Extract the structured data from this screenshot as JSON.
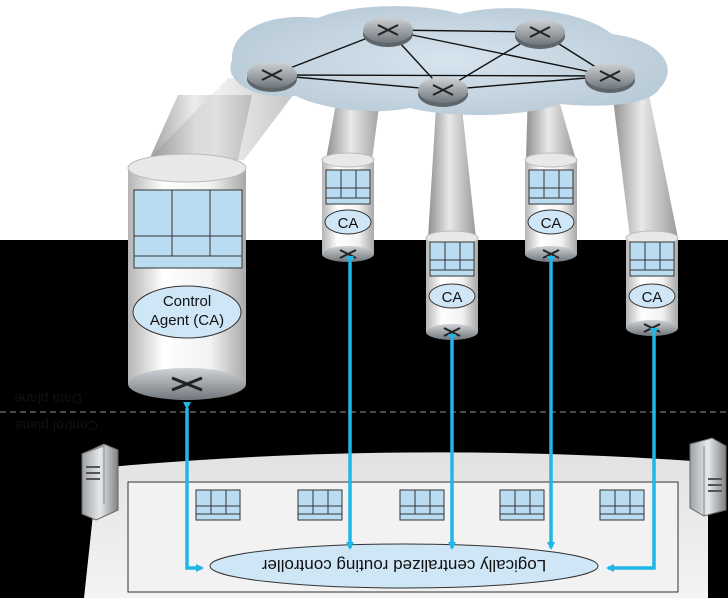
{
  "planes": {
    "data_plane_label": "Data plane",
    "control_plane_label": "Control plane"
  },
  "agents": {
    "big_agent_label_line1": "Control",
    "big_agent_label_line2": "Agent (CA)",
    "ca_labels": [
      "CA",
      "CA",
      "CA",
      "CA"
    ]
  },
  "controller": {
    "label": "Logically centralized routing controller"
  },
  "colors": {
    "arrow": "#1fb6e8",
    "table_fill": "#b9dcf2",
    "ellipse_fill": "#cfe6f6",
    "background_dark": "#000000"
  },
  "icons": [
    "router-icon",
    "server-icon",
    "flow-table-icon"
  ]
}
